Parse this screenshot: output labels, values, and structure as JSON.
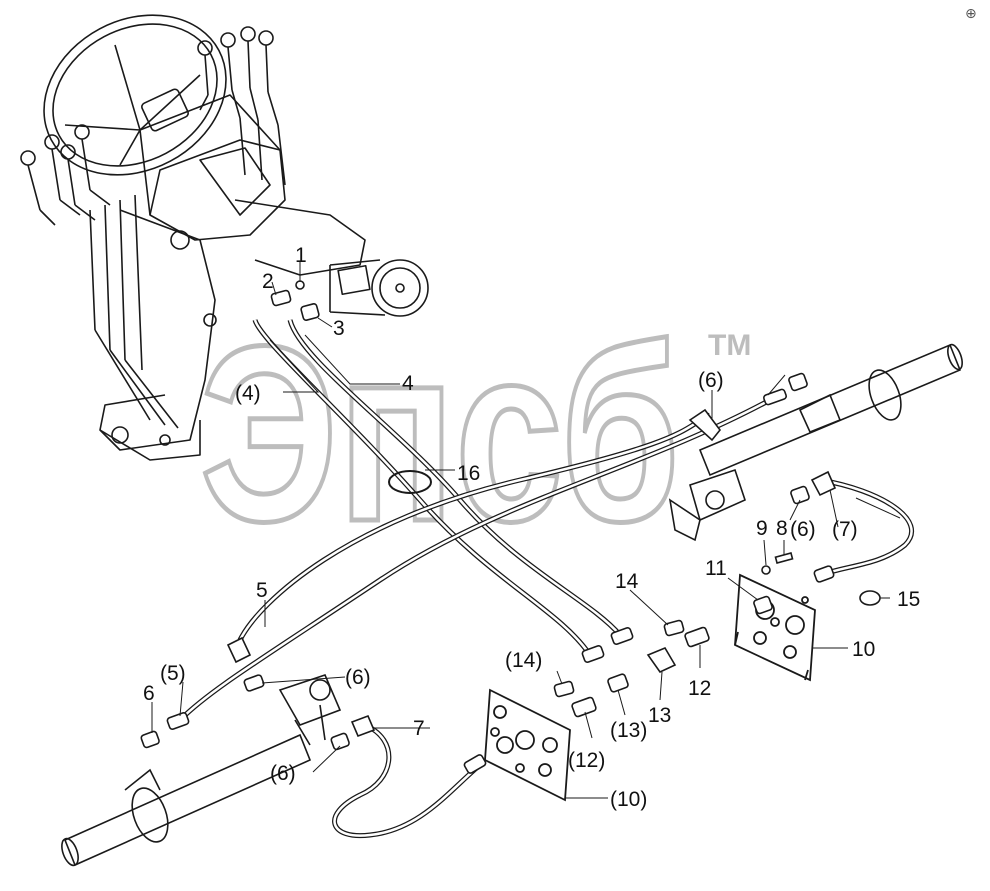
{
  "colors": {
    "line": "#1a1a1a",
    "watermark": "#bdbdbd",
    "background": "#ffffff"
  },
  "watermark": {
    "logo": "Эпсб",
    "trademark": "TM"
  },
  "corner_mark": "⊕",
  "callouts": {
    "c1": "1",
    "c2": "2",
    "c3": "3",
    "c4p": "(4)",
    "c4": "4",
    "c5": "5",
    "c5p": "(5)",
    "c6_left": "6",
    "c6p_top": "(6)",
    "c6p_mid": "(6)",
    "c6p_low": "(6)",
    "c6p_right": "(6)",
    "c7": "7",
    "c7p": "(7)",
    "c8": "8",
    "c9": "9",
    "c10": "10",
    "c10p": "(10)",
    "c11": "11",
    "c12": "12",
    "c12p": "(12)",
    "c13": "13",
    "c13p": "(13)",
    "c14": "14",
    "c14p": "(14)",
    "c15": "15",
    "c16": "16"
  }
}
